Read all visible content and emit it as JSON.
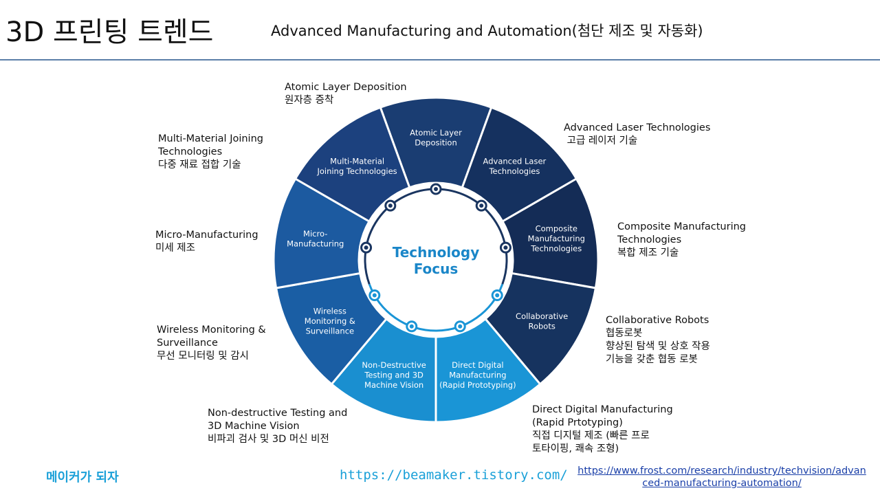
{
  "header": {
    "title": "3D 프린팅 트렌드",
    "subtitle": "Advanced Manufacturing and Automation(첨단 제조 및 자동화)"
  },
  "diagram": {
    "center_label": [
      "Technology",
      "Focus"
    ],
    "segments": [
      {
        "label": [
          "Atomic Layer",
          "Deposition"
        ],
        "color": "#1a3d72"
      },
      {
        "label": [
          "Advanced Laser",
          "Technologies"
        ],
        "color": "#15315f"
      },
      {
        "label": [
          "Composite",
          "Manufacturing",
          "Technologies"
        ],
        "color": "#142c56"
      },
      {
        "label": [
          "Collaborative",
          "Robots"
        ],
        "color": "#16335f"
      },
      {
        "label": [
          "Direct Digital",
          "Manufacturing",
          "(Rapid Prototyping)"
        ],
        "color": "#1a95d6"
      },
      {
        "label": [
          "Non-Destructive",
          "Testing and 3D",
          "Machine Vision"
        ],
        "color": "#1a8fd0"
      },
      {
        "label": [
          "Wireless",
          "Monitoring &",
          "Surveillance"
        ],
        "color": "#1a5ea4"
      },
      {
        "label": [
          "Micro-",
          "Manufacturing"
        ],
        "color": "#1c5aa0"
      },
      {
        "label": [
          "Multi-Material",
          "Joining Technologies"
        ],
        "color": "#1c417e"
      }
    ],
    "colors": {
      "center_text": "#1a86c8",
      "ring_dark": "#1a3560",
      "ring_light": "#1a95d6"
    }
  },
  "callouts": [
    {
      "lines": [
        "Atomic Layer Deposition",
        "원자층 증착"
      ]
    },
    {
      "lines": [
        "Advanced Laser Technologies",
        " 고급 레이저 기술"
      ]
    },
    {
      "lines": [
        "Composite Manufacturing",
        "Technologies",
        "복합 제조 기술"
      ]
    },
    {
      "lines": [
        "Collaborative Robots",
        "협동로봇",
        "향상된 탐색 및 상호 작용",
        "기능을 갖춘 협동 로봇"
      ]
    },
    {
      "lines": [
        "Direct Digital Manufacturing",
        "(Rapid Prtotyping)",
        "직접 디지털 제조 (빠른 프로",
        "토타이핑, 쾌속 조형)"
      ]
    },
    {
      "lines": [
        "Non-destructive Testing and",
        "3D Machine Vision",
        "비파괴 검사 및 3D 머신 비전"
      ]
    },
    {
      "lines": [
        "Wireless Monitoring &",
        "Surveillance",
        "무선 모니터링 및 감시"
      ]
    },
    {
      "lines": [
        "Micro-Manufacturing",
        "미세 제조"
      ]
    },
    {
      "lines": [
        "Multi-Material Joining",
        "Technologies",
        "다중 재료 접합 기술"
      ]
    }
  ],
  "footer": {
    "left": "메이커가 되자",
    "middle": "https://beamaker.tistory.com/",
    "right_line1": "https://www.frost.com/research/industry/techvision/advan",
    "right_line2": "ced-manufacturing-automation/"
  }
}
